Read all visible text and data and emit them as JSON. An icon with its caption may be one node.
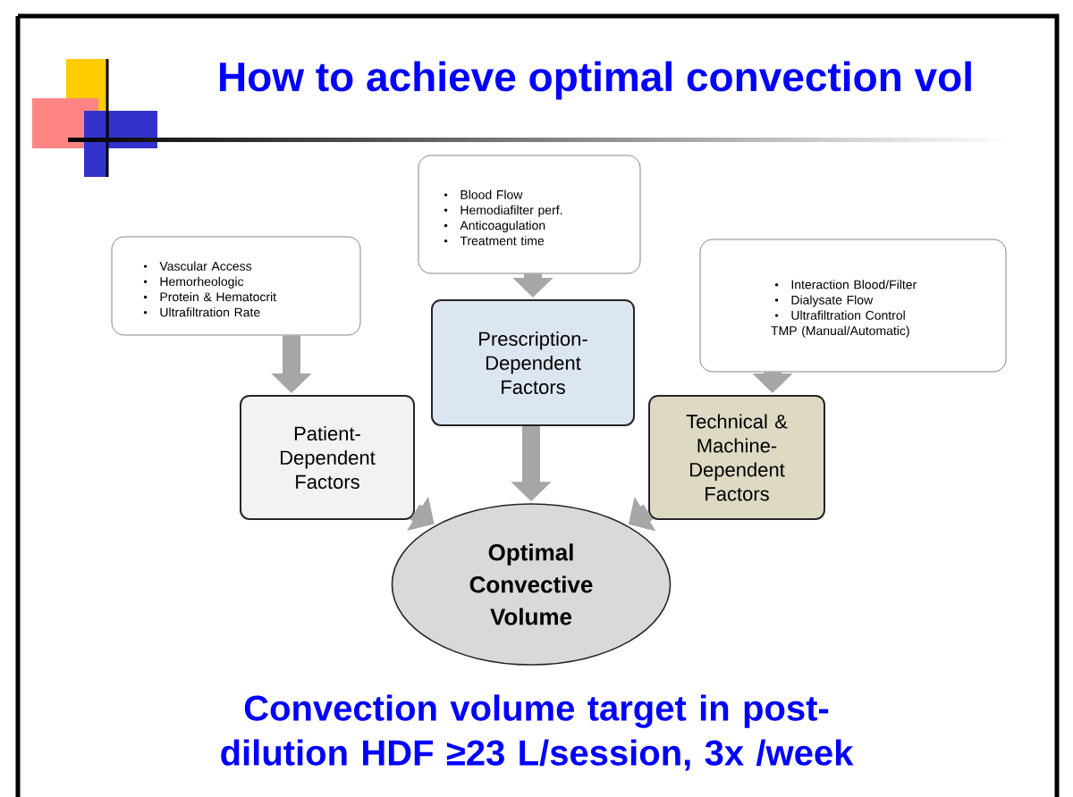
{
  "diagram": {
    "title": "How to achieve optimal convection vol",
    "caption": "Convection volume target in post-dilution HDF ≥23 L/session, 3x /week",
    "nodes": [
      {
        "text": [
          "Vascular Access",
          "Hemorheologic",
          "Protein & Hematocrit",
          "Ultrafiltration Rate"
        ]
      },
      {
        "text": [
          "Blood Flow",
          "Hemodiafilter perf.",
          "Anticoagulation",
          "Treatment time"
        ]
      },
      {
        "text": [
          "Interaction Blood/Filter",
          "Dialysate Flow",
          "Ultrafiltration Control TMP (Manual/Automatic)"
        ]
      },
      {
        "text": [
          "Patient-Dependent Factors"
        ]
      },
      {
        "text": [
          "Prescription-Dependent Factors"
        ]
      },
      {
        "text": [
          "Technical & Machine-Dependent Factors"
        ]
      },
      {
        "text": [
          "Optimal Convective Volume"
        ]
      }
    ],
    "edges": [
      {
        "from": 0,
        "to": 3,
        "arrow": "to"
      },
      {
        "from": 1,
        "to": 4,
        "arrow": "to"
      },
      {
        "from": 2,
        "to": 5,
        "arrow": "to"
      },
      {
        "from": 3,
        "to": 6,
        "arrow": "to"
      },
      {
        "from": 4,
        "to": 6,
        "arrow": "to"
      },
      {
        "from": 5,
        "to": 6,
        "arrow": "to"
      }
    ]
  }
}
